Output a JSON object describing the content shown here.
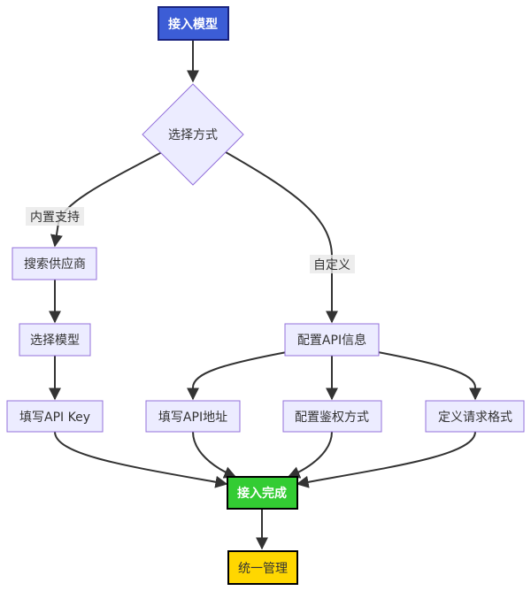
{
  "nodes": {
    "start": {
      "label": "接入模型",
      "fill": "#3C5DD6",
      "text_color": "#FFFFFF",
      "stroke": "#1A237E"
    },
    "decision": {
      "label": "选择方式"
    },
    "search_provider": {
      "label": "搜索供应商"
    },
    "select_model": {
      "label": "选择模型"
    },
    "fill_api_key": {
      "label": "填写API Key"
    },
    "config_api_info": {
      "label": "配置API信息"
    },
    "fill_api_address": {
      "label": "填写API地址"
    },
    "config_auth": {
      "label": "配置鉴权方式"
    },
    "define_request_format": {
      "label": "定义请求格式"
    },
    "complete": {
      "label": "接入完成",
      "fill": "#33CC33",
      "text_color": "#FFFFFF",
      "stroke": "#000000"
    },
    "manage": {
      "label": "统一管理",
      "fill": "#FFD700",
      "text_color": "#333333",
      "stroke": "#000000"
    }
  },
  "edge_labels": {
    "builtin": "内置支持",
    "custom": "自定义"
  },
  "colors": {
    "node_fill": "#ECECFF",
    "node_stroke": "#9370DB",
    "edge": "#333333"
  }
}
